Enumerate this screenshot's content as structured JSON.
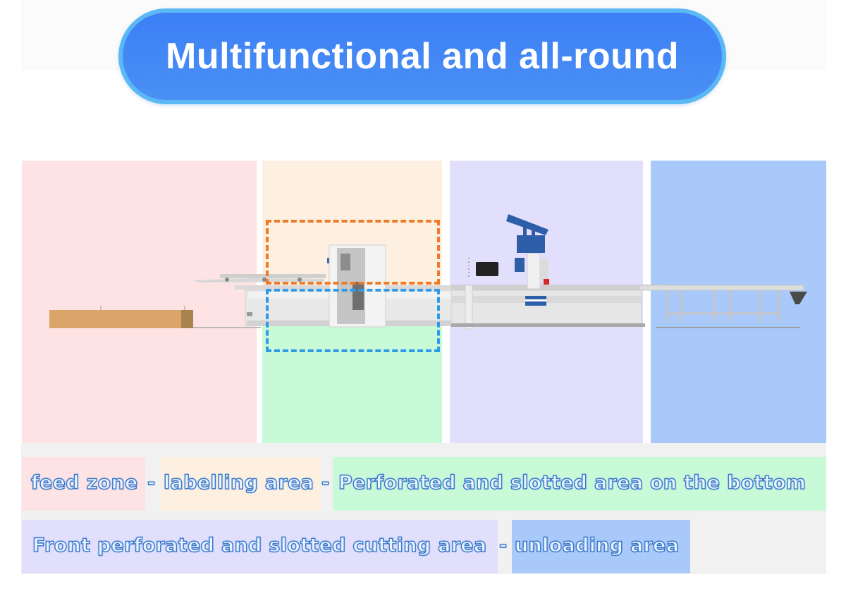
{
  "title": "Multifunctional and all-round",
  "colors": {
    "title_fill": "#3f83f5",
    "title_border": "#5ab8f5",
    "feed_zone": "#fde3e3",
    "labelling_area": "#fdf0e0",
    "bottom_area": "#c8fad8",
    "front_cutting_area": "#e2dffd",
    "unloading_area": "#aac9fb",
    "labelling_highlight": "#f07a26",
    "bottom_highlight": "#2f9be8",
    "legend_text": "#eaf4ff",
    "legend_outline": "#3b78cc"
  },
  "zones": [
    {
      "id": "feed-zone",
      "label": "feed zone"
    },
    {
      "id": "labelling-area",
      "label": "labelling area"
    },
    {
      "id": "bottom-area",
      "label": "Perforated and slotted area on the bottom"
    },
    {
      "id": "front-cutting-area",
      "label": "Front perforated and slotted cutting area"
    },
    {
      "id": "unloading-area",
      "label": "unloading area"
    }
  ],
  "legend": {
    "row1": {
      "chip1": "feed zone",
      "sep1": "-",
      "chip2": "labelling area",
      "sep2": "-",
      "chip3": "Perforated and slotted area on the bottom"
    },
    "row2": {
      "chip1": "Front perforated and slotted cutting area",
      "sep1": "-",
      "chip2": "unloading area"
    }
  }
}
